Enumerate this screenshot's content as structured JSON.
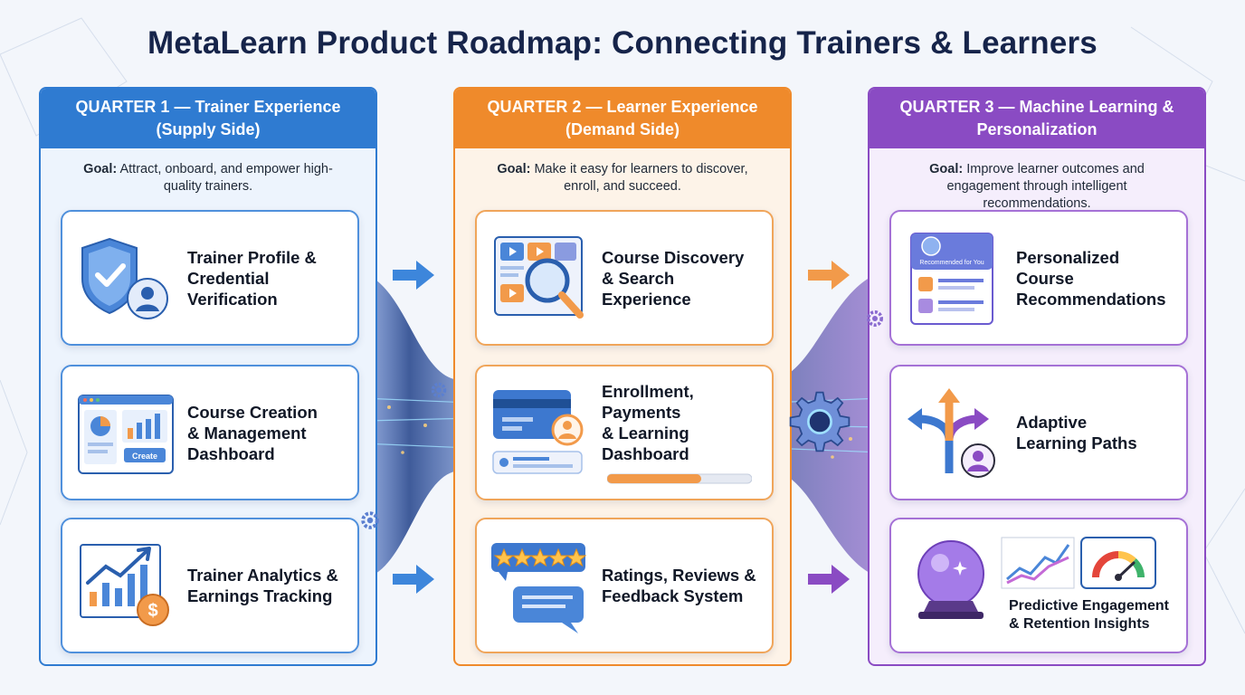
{
  "title": "MetaLearn Product Roadmap: Connecting Trainers & Learners",
  "colors": {
    "q1": "#2f7bd1",
    "q2": "#ef8a2b",
    "q3": "#8a4bc3",
    "title": "#16244a"
  },
  "quarters": [
    {
      "header": "QUARTER 1 — Trainer Experience (Supply Side)",
      "goal_label": "Goal:",
      "goal_text": "Attract, onboard, and empower high-quality trainers.",
      "items": [
        {
          "label": "Trainer Profile &\nCredential\nVerification",
          "icon": "shield-check-user-icon"
        },
        {
          "label": "Course Creation\n& Management\nDashboard",
          "icon": "dashboard-window-icon"
        },
        {
          "label": "Trainer Analytics &\nEarnings Tracking",
          "icon": "analytics-dollar-icon"
        }
      ]
    },
    {
      "header": "QUARTER 2 — Learner Experience (Demand Side)",
      "goal_label": "Goal:",
      "goal_text": "Make it easy for learners to discover, enroll, and succeed.",
      "items": [
        {
          "label": "Course Discovery\n& Search\nExperience",
          "icon": "magnifier-grid-icon"
        },
        {
          "label": "Enrollment,\nPayments\n& Learning\nDashboard",
          "icon": "credit-card-user-icon"
        },
        {
          "label": "Ratings, Reviews &\nFeedback System",
          "icon": "star-review-icon"
        }
      ]
    },
    {
      "header": "QUARTER 3 — Machine Learning & Personalization",
      "goal_label": "Goal:",
      "goal_text": "Improve learner outcomes and engagement through intelligent recommendations.",
      "items": [
        {
          "label": "Personalized\nCourse\nRecommendations",
          "icon": "recommendation-card-icon",
          "icon_caption": "Recommended for You"
        },
        {
          "label": "Adaptive\nLearning Paths",
          "icon": "branching-arrows-icon"
        },
        {
          "label": "Predictive Engagement\n& Retention Insights",
          "icon": "crystal-ball-gauge-icon"
        }
      ]
    }
  ],
  "icons": {
    "q1_arrows": "arrow-right-icon",
    "q2_arrows": "arrow-right-icon",
    "hub": "gear-icon",
    "create_button": "Create"
  }
}
